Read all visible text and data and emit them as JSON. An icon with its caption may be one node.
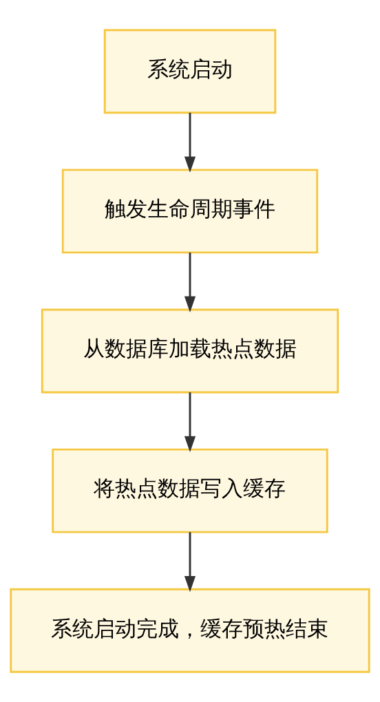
{
  "diagram": {
    "nodes": [
      {
        "text": [
          "系统启动"
        ]
      },
      {
        "text": [
          "触发生命周期事件"
        ]
      },
      {
        "text": [
          "从数据库加载热点数据"
        ]
      },
      {
        "text": [
          "将热点数据写入缓存"
        ]
      },
      {
        "text": [
          "系统启动完成，缓存预热结束"
        ]
      }
    ],
    "edges": [
      {
        "from": 0,
        "to": 1,
        "arrow": "to"
      },
      {
        "from": 1,
        "to": 2,
        "arrow": "to"
      },
      {
        "from": 2,
        "to": 3,
        "arrow": "to"
      },
      {
        "from": 3,
        "to": 4,
        "arrow": "to"
      }
    ]
  }
}
